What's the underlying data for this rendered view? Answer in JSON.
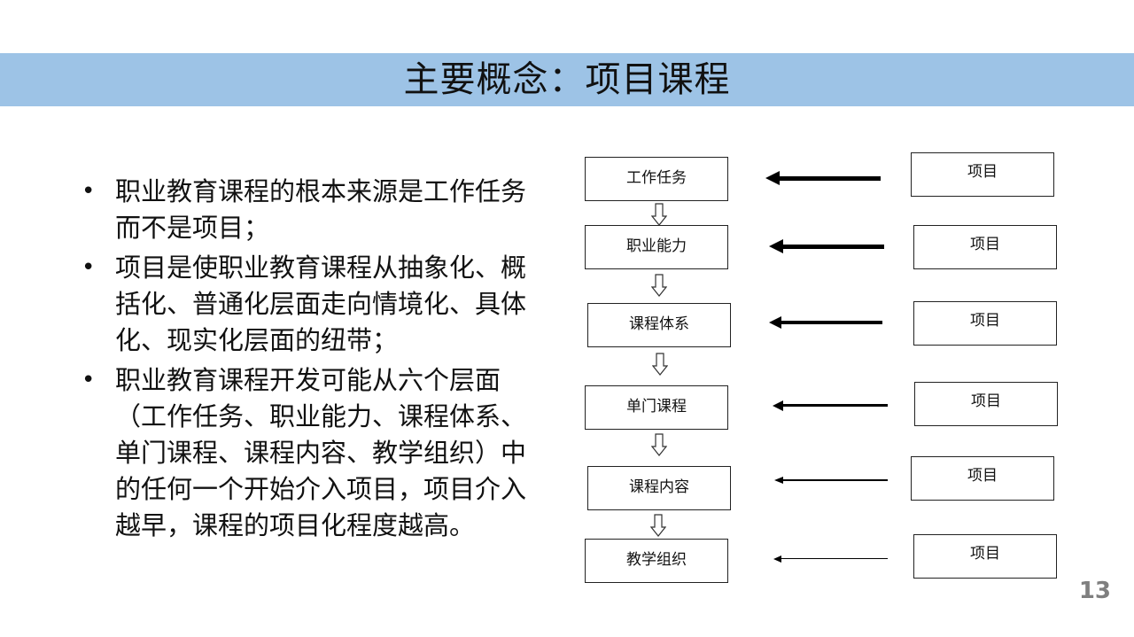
{
  "slide": {
    "title": "主要概念：项目课程",
    "page_number": "13"
  },
  "bullets": [
    "职业教育课程的根本来源是工作任务而不是项目；",
    "项目是使职业教育课程从抽象化、概括化、普通化层面走向情境化、具体化、现实化层面的纽带；",
    "职业教育课程开发可能从六个层面（工作任务、职业能力、课程体系、单门课程、课程内容、教学组织）中的任何一个开始介入项目，项目介入越早，课程的项目化程度越高。"
  ],
  "diagram": {
    "stages": [
      "工作任务",
      "职业能力",
      "课程体系",
      "单门课程",
      "课程内容",
      "教学组织"
    ],
    "project_label": "项目"
  }
}
